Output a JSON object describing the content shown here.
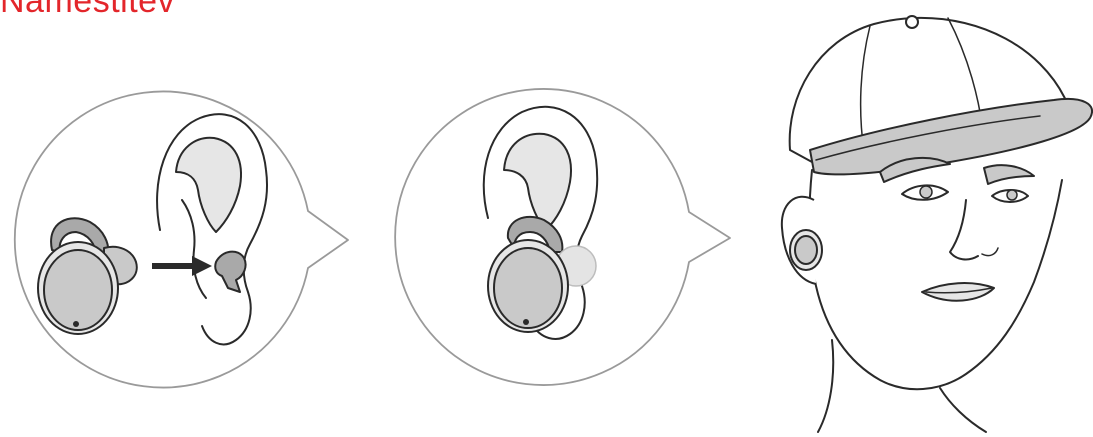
{
  "page": {
    "title": "Namestitev",
    "title_color": "#e3262b"
  },
  "figure": {
    "panels": [
      {
        "name": "step-1-insert-earbud",
        "icon": "earbud-arrow-ear-callout"
      },
      {
        "name": "step-2-earbud-seated",
        "icon": "earbud-in-ear-callout"
      },
      {
        "name": "step-3-wearing",
        "icon": "person-with-cap-wearing-earbud"
      }
    ]
  }
}
